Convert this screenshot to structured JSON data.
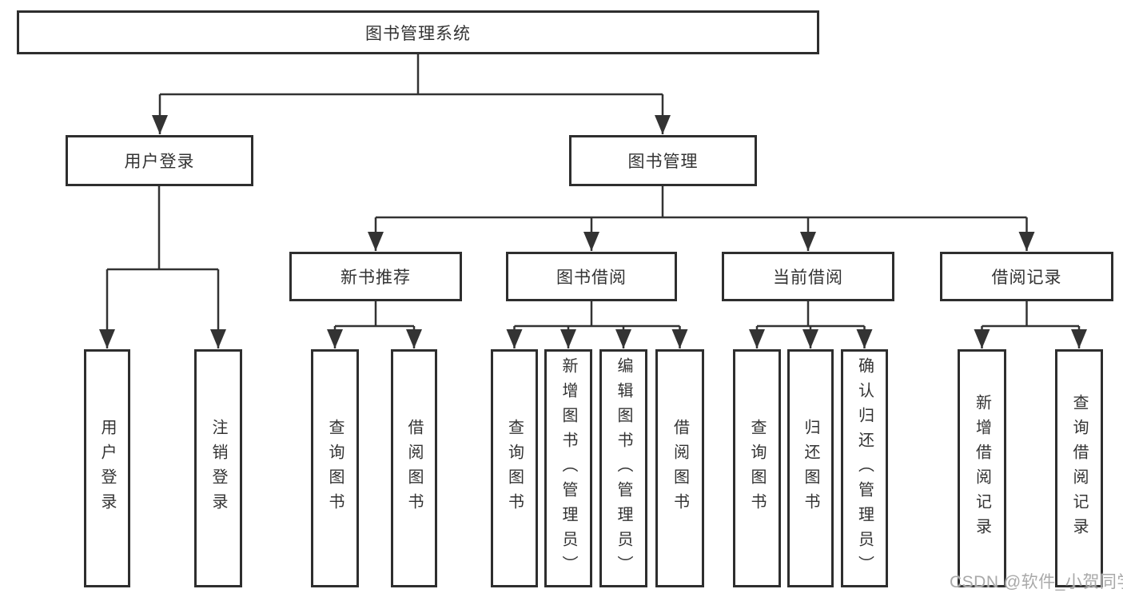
{
  "tree": {
    "root": {
      "label": "图书管理系统"
    },
    "level2": [
      {
        "label": "用户登录"
      },
      {
        "label": "图书管理"
      }
    ],
    "level3": [
      {
        "label": "新书推荐"
      },
      {
        "label": "图书借阅"
      },
      {
        "label": "当前借阅"
      },
      {
        "label": "借阅记录"
      }
    ],
    "level4": {
      "user_login": [
        {
          "label": "用户登录"
        },
        {
          "label": "注销登录"
        }
      ],
      "new_book": [
        {
          "label": "查询图书"
        },
        {
          "label": "借阅图书"
        }
      ],
      "book_borrow": [
        {
          "label": "查询图书"
        },
        {
          "label": "新增图书（管理员）"
        },
        {
          "label": "编辑图书（管理员）"
        },
        {
          "label": "借阅图书"
        }
      ],
      "current_borrow": [
        {
          "label": "查询图书"
        },
        {
          "label": "归还图书"
        },
        {
          "label": "确认归还（管理员）"
        }
      ],
      "borrow_record": [
        {
          "label": "新增借阅记录"
        },
        {
          "label": "查询借阅记录"
        }
      ]
    }
  },
  "watermark": {
    "text": "CSDN @软件_小贺同学"
  },
  "colors": {
    "line": "#333333",
    "border": "#2e2e2e",
    "text": "#333333",
    "background": "#ffffff",
    "watermark": "#a9a9a9"
  }
}
